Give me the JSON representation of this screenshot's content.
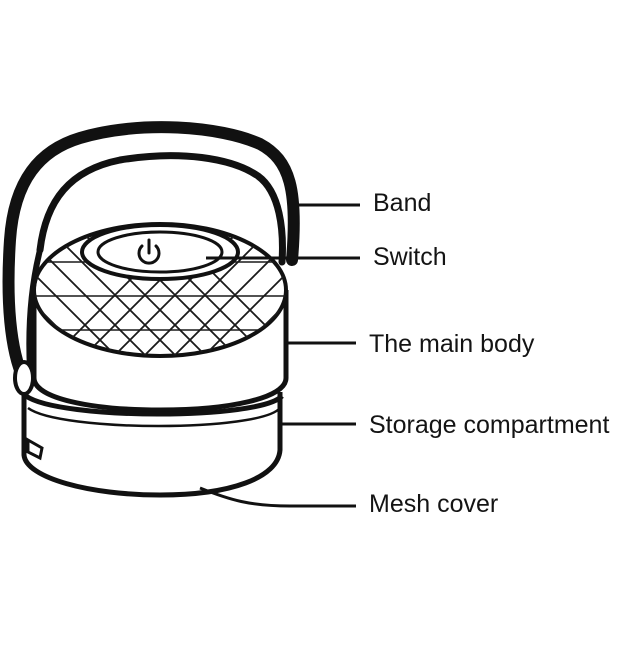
{
  "diagram": {
    "callouts": [
      {
        "id": "band",
        "label": "Band"
      },
      {
        "id": "switch",
        "label": "Switch"
      },
      {
        "id": "main_body",
        "label": "The main body"
      },
      {
        "id": "storage",
        "label": "Storage compartment"
      },
      {
        "id": "mesh",
        "label": "Mesh cover"
      }
    ]
  }
}
